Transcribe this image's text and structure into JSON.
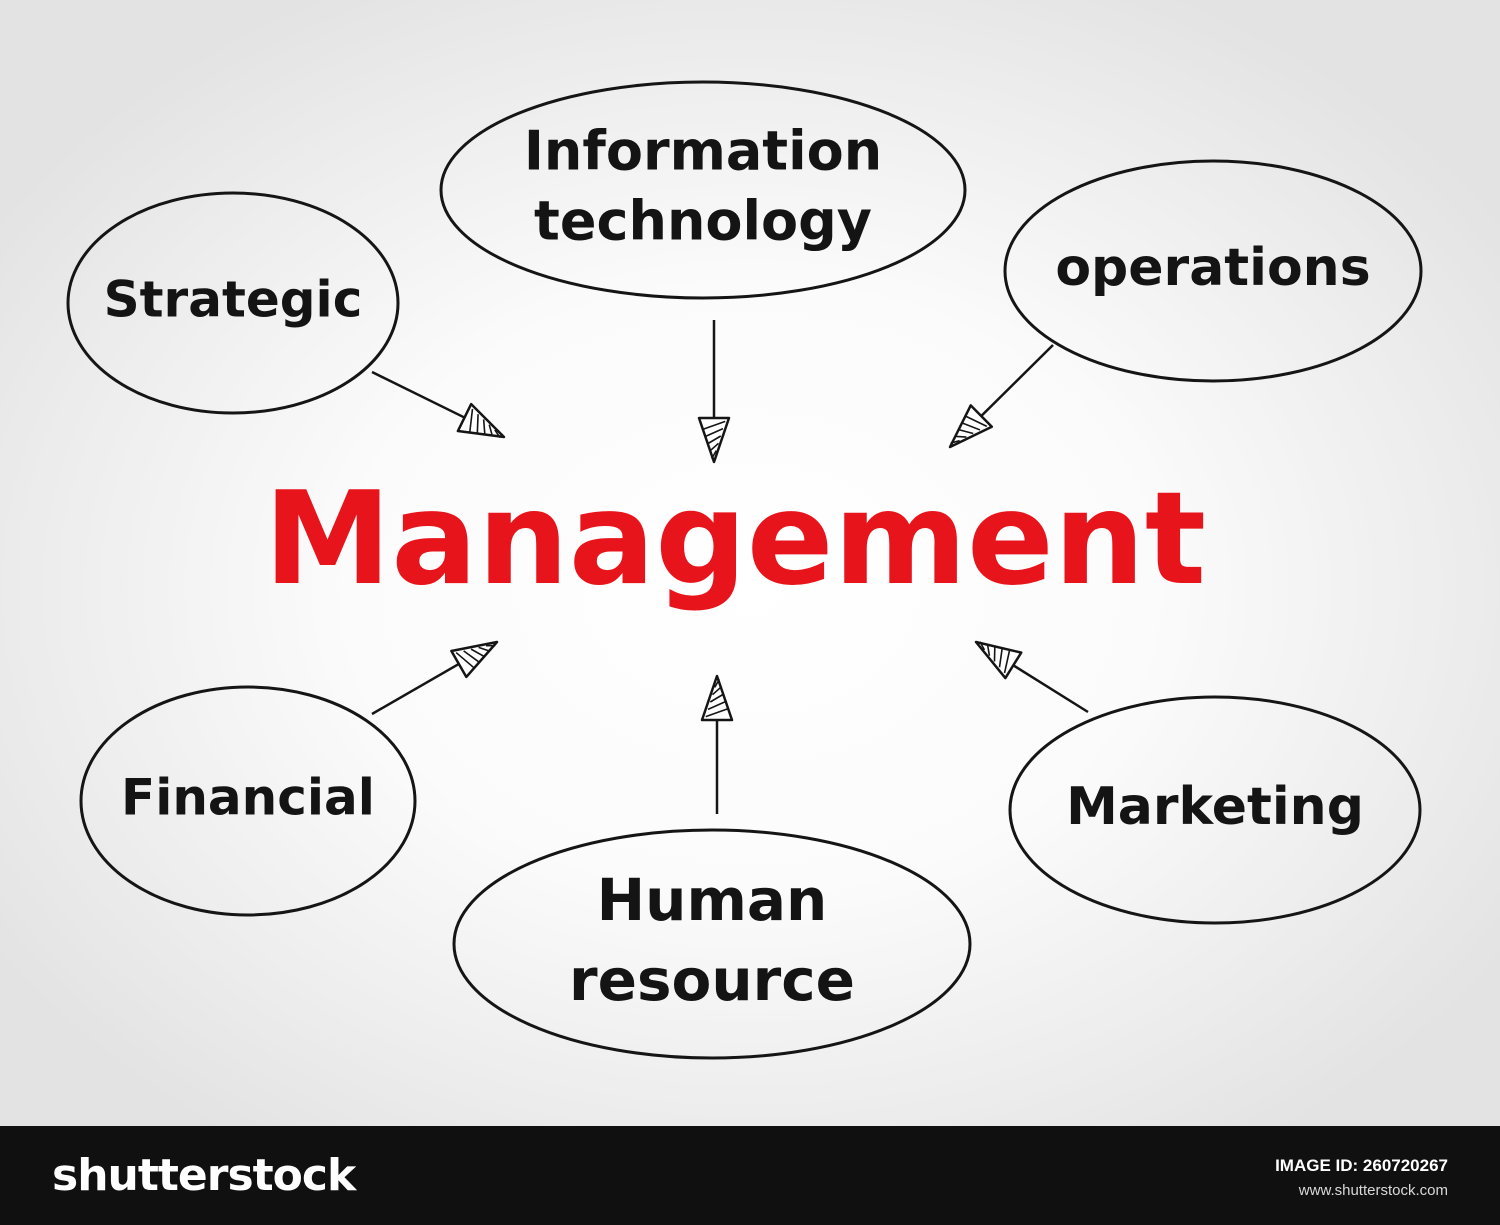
{
  "diagram": {
    "center": {
      "label": "Management",
      "color": "#e8141c"
    },
    "nodes": [
      {
        "id": "strategic",
        "lines": [
          "Strategic"
        ]
      },
      {
        "id": "information-technology",
        "lines": [
          "Information",
          "technology"
        ]
      },
      {
        "id": "operations",
        "lines": [
          "operations"
        ]
      },
      {
        "id": "financial",
        "lines": [
          "Financial"
        ]
      },
      {
        "id": "human-resource",
        "lines": [
          "Human",
          "resource"
        ]
      },
      {
        "id": "marketing",
        "lines": [
          "Marketing"
        ]
      }
    ],
    "edges": [
      {
        "from": "strategic",
        "to": "Management"
      },
      {
        "from": "information-technology",
        "to": "Management"
      },
      {
        "from": "operations",
        "to": "Management"
      },
      {
        "from": "financial",
        "to": "Management"
      },
      {
        "from": "human-resource",
        "to": "Management"
      },
      {
        "from": "marketing",
        "to": "Management"
      }
    ]
  },
  "footer": {
    "logo": "shutterstock",
    "image_id_label": "IMAGE ID: 260720267",
    "site": "www.shutterstock.com",
    "background": "#101010"
  }
}
